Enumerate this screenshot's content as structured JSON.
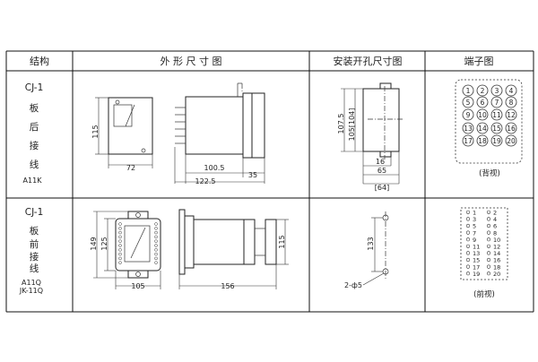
{
  "table": {
    "headers": {
      "structure": "结构",
      "outline": "外 形 尺 寸 图",
      "cutout": "安装开孔尺寸图",
      "terminal": "端子图"
    },
    "rows": [
      {
        "model": "CJ-1",
        "desc": [
          "板",
          "后",
          "接",
          "线"
        ],
        "code_lines": [
          "A11K"
        ],
        "outline_dims": {
          "height": "115",
          "front_width": "72",
          "body_length": "100.5",
          "total_length": "122.5",
          "rear": "35"
        },
        "cutout_dims": {
          "height": "107.5",
          "height_alt": "105[104]",
          "w1": "16",
          "w2": "65",
          "w3": "[64]"
        },
        "terminals": [
          "1",
          "2",
          "3",
          "4",
          "5",
          "6",
          "7",
          "8",
          "9",
          "10",
          "11",
          "12",
          "13",
          "14",
          "15",
          "16",
          "17",
          "18",
          "19",
          "20"
        ],
        "view": "(背视)"
      },
      {
        "model": "CJ-1",
        "desc": [
          "板",
          "前",
          "接",
          "线"
        ],
        "code_lines": [
          "A11Q",
          "JK-11Q"
        ],
        "outline_dims": {
          "height_outer": "149",
          "height_inner": "125",
          "front_width": "105",
          "body_length": "156",
          "side_height": "115"
        },
        "cutout_dims": {
          "height": "133",
          "hole": "2-ф5"
        },
        "terminal_pairs": [
          [
            "1",
            "2"
          ],
          [
            "3",
            "4"
          ],
          [
            "5",
            "6"
          ],
          [
            "7",
            "8"
          ],
          [
            "9",
            "10"
          ],
          [
            "11",
            "12"
          ],
          [
            "13",
            "14"
          ],
          [
            "15",
            "16"
          ],
          [
            "17",
            "18"
          ],
          [
            "19",
            "20"
          ]
        ],
        "view": "(前视)"
      }
    ]
  }
}
